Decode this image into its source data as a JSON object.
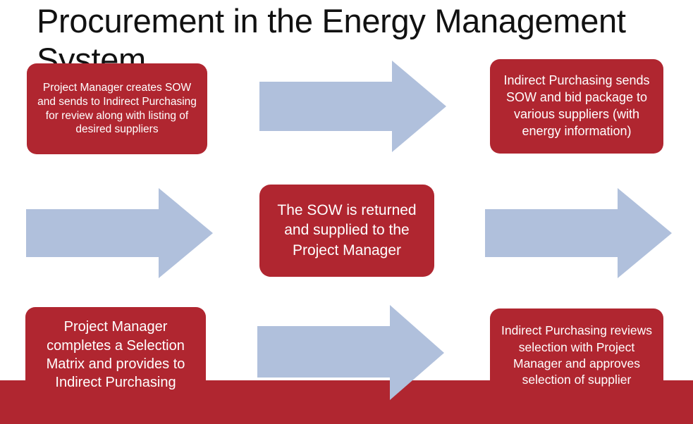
{
  "slide": {
    "title": "Procurement in the Energy Management System",
    "background_color": "#ffffff",
    "box_color": "#b02630",
    "arrow_color": "#b0c0dc",
    "title_color": "#111111",
    "box_text_color": "#ffffff",
    "bottom_band_color": "#b02630"
  },
  "chart_data": {
    "type": "diagram",
    "title": "Procurement in the Energy Management System",
    "layout": "3-row serpentine process flow with rounded rectangle steps and chevron arrows",
    "steps": [
      {
        "id": 1,
        "row": 1,
        "column": "left",
        "text": "Project Manager creates SOW and sends to Indirect Purchasing for review along with listing of desired suppliers"
      },
      {
        "id": 2,
        "row": 1,
        "column": "right",
        "text": "Indirect Purchasing sends SOW and bid package to various suppliers (with energy information)"
      },
      {
        "id": 3,
        "row": 2,
        "column": "center",
        "text": "The SOW is returned and supplied to the Project Manager"
      },
      {
        "id": 4,
        "row": 3,
        "column": "left",
        "text": "Project Manager completes a Selection Matrix and provides to Indirect Purchasing"
      },
      {
        "id": 5,
        "row": 3,
        "column": "right",
        "text": "Indirect Purchasing reviews selection with Project Manager and approves selection of supplier"
      }
    ],
    "connectors": [
      {
        "id": 1,
        "shape": "right-arrow",
        "row": 1,
        "position": "center",
        "direction": "right"
      },
      {
        "id": 2,
        "shape": "right-arrow",
        "row": 2,
        "position": "left",
        "direction": "right"
      },
      {
        "id": 3,
        "shape": "right-arrow",
        "row": 2,
        "position": "right",
        "direction": "right"
      },
      {
        "id": 4,
        "shape": "right-arrow",
        "row": 3,
        "position": "center",
        "direction": "right"
      }
    ]
  }
}
